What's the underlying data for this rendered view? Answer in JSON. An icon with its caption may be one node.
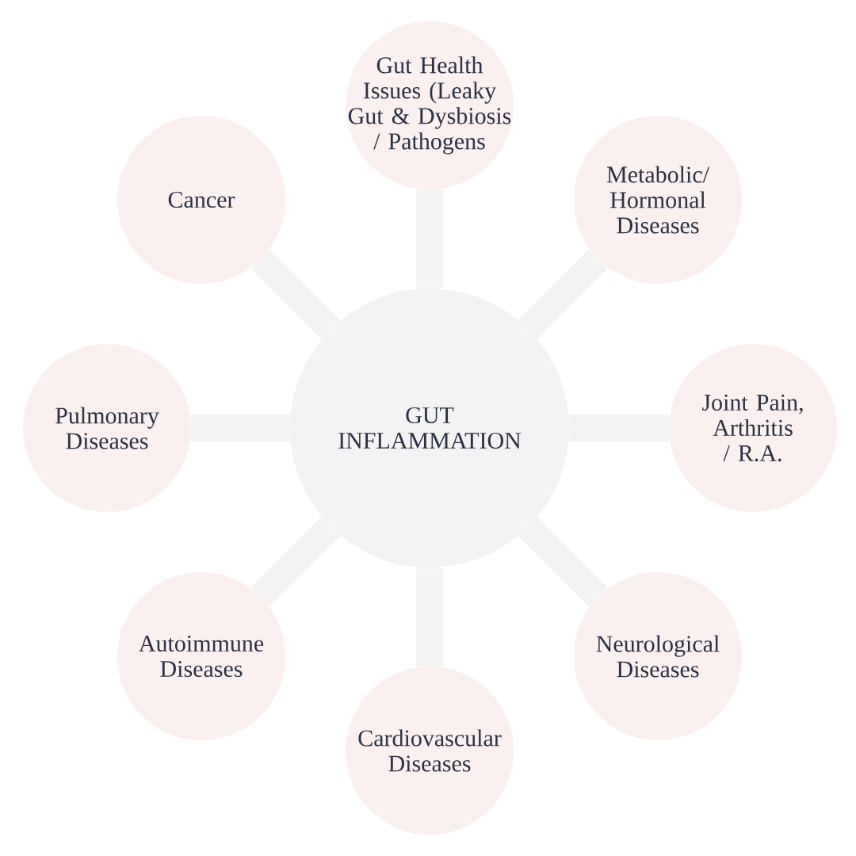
{
  "diagram": {
    "nodes": [
      {
        "text": [
          "GUT INFLAMMATION"
        ]
      },
      {
        "text": [
          "Gut Health Issues (Leaky Gut & Dysbiosis / Pathogens"
        ]
      },
      {
        "text": [
          "Cancer"
        ]
      },
      {
        "text": [
          "Metabolic/ Hormonal Diseases"
        ]
      },
      {
        "text": [
          "Pulmonary Diseases"
        ]
      },
      {
        "text": [
          "Joint Pain, Arthritis / R.A."
        ]
      },
      {
        "text": [
          "Autoimmune Diseases"
        ]
      },
      {
        "text": [
          "Neurological Diseases"
        ]
      },
      {
        "text": [
          "Cardiovascular Diseases"
        ]
      }
    ],
    "edges": [
      {
        "from": 0,
        "to": 1,
        "arrow": "none"
      },
      {
        "from": 0,
        "to": 2,
        "arrow": "none"
      },
      {
        "from": 0,
        "to": 3,
        "arrow": "none"
      },
      {
        "from": 0,
        "to": 4,
        "arrow": "none"
      },
      {
        "from": 0,
        "to": 5,
        "arrow": "none"
      },
      {
        "from": 0,
        "to": 6,
        "arrow": "none"
      },
      {
        "from": 0,
        "to": 7,
        "arrow": "none"
      },
      {
        "from": 0,
        "to": 8,
        "arrow": "none"
      }
    ]
  }
}
